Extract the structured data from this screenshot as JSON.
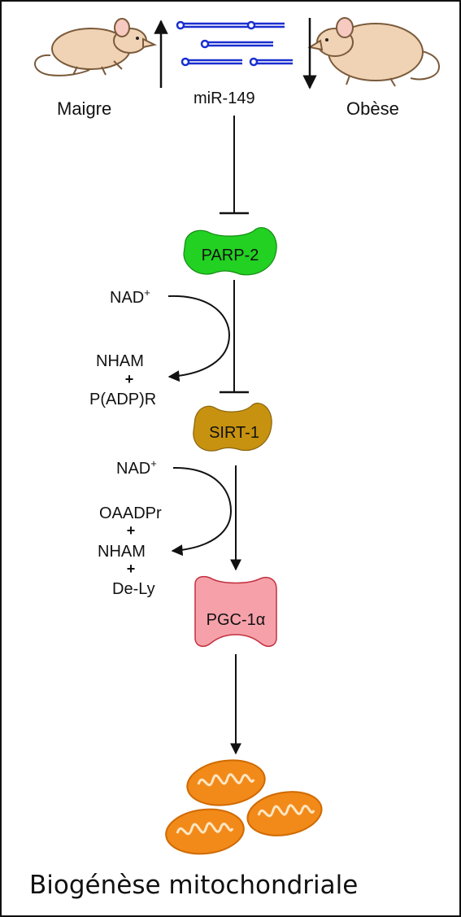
{
  "labels": {
    "lean": "Maigre",
    "obese": "Obèse",
    "mirna": "miR-149",
    "nad_1": "NAD",
    "nad_1_sup": "+",
    "nham_1": "NHAM",
    "plus_1": "+",
    "padpr": "P(ADP)R",
    "nad_2": "NAD",
    "nad_2_sup": "+",
    "oaadpr": "OAADPr",
    "plus_2": "+",
    "nham_2": "NHAM",
    "plus_3": "+",
    "dely": "De-Ly"
  },
  "nodes": {
    "parp2": {
      "label": "PARP-2",
      "color": "#22d122"
    },
    "sirt1": {
      "label": "SIRT-1",
      "color": "#c7920f"
    },
    "pgc1a": {
      "label": "PGC-1α",
      "color": "#f6a1aa"
    }
  },
  "colors": {
    "mouse_body": "#f0d3b5",
    "mouse_outline": "#7a5a3a",
    "mirna_strand": "#1a2fd0",
    "mitochondria": "#f28a1a",
    "mitochondria_cristae": "#ffe6c2"
  },
  "caption": "Biogénèse mitochondriale"
}
